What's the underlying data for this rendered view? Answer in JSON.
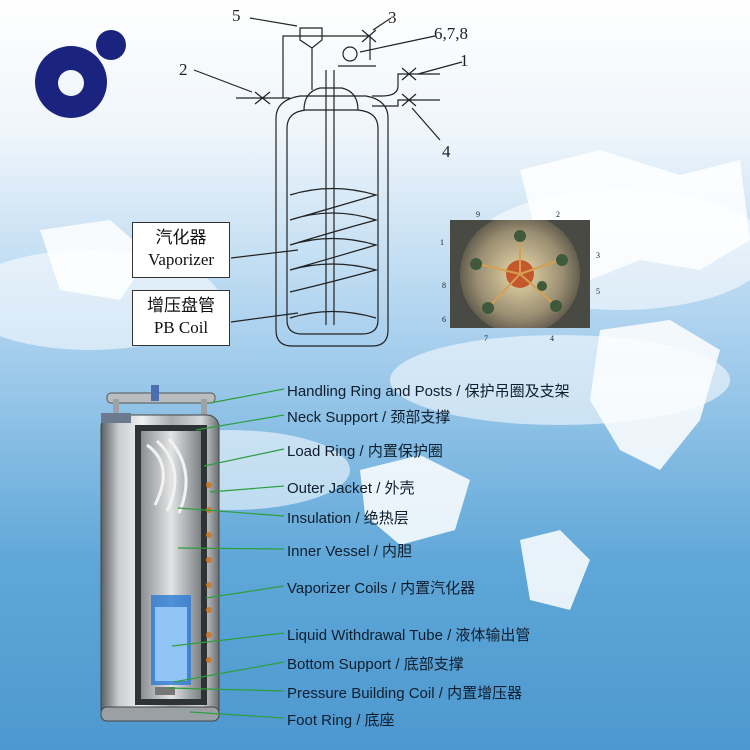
{
  "schematic": {
    "callouts": [
      "5",
      "3",
      "6,7,8",
      "1",
      "2",
      "4"
    ],
    "vaporizer_label_cn": "汽化器",
    "vaporizer_label_en": "Vaporizer",
    "pb_coil_label_cn": "增压盘管",
    "pb_coil_label_en": "PB Coil"
  },
  "top_photo_numbers": [
    "9",
    "2",
    "1",
    "3",
    "8",
    "5",
    "6",
    "7",
    "4"
  ],
  "parts": [
    "Handling Ring and Posts / 保护吊圈及支架",
    "Neck Support / 颈部支撑",
    "Load Ring / 内置保护圈",
    "Outer Jacket / 外壳",
    "Insulation / 绝热层",
    "Inner Vessel / 内胆",
    "Vaporizer Coils / 内置汽化器",
    "Liquid Withdrawal Tube / 液体输出管",
    "Bottom Support / 底部支撑",
    "Pressure Building Coil / 内置增压器",
    "Foot Ring / 底座"
  ],
  "colors": {
    "logo": "#1a237e",
    "leader_line": "#2e9e3e",
    "sky_top": "#f4f8fc",
    "sky_bottom": "#5aa3d6"
  }
}
